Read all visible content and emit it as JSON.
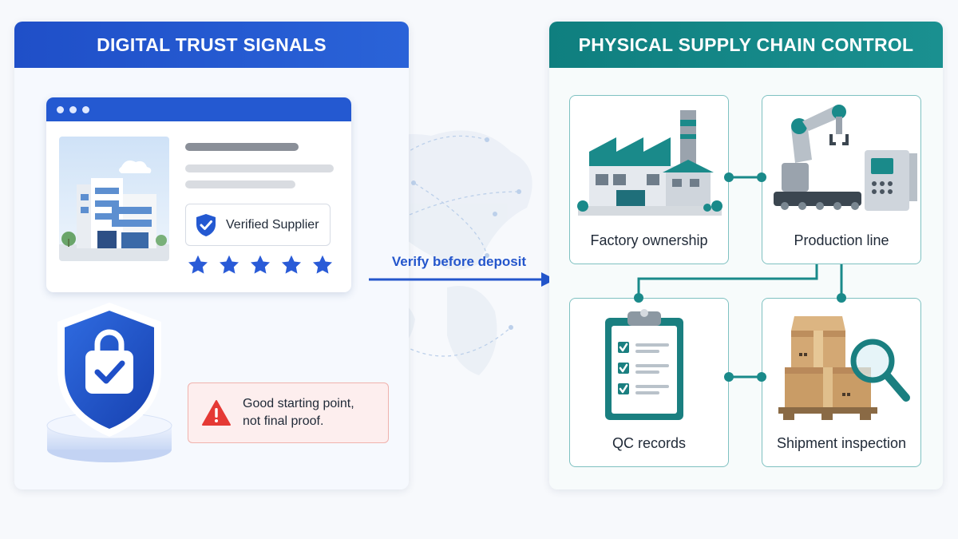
{
  "left_panel": {
    "title": "DIGITAL TRUST SIGNALS",
    "verified_label": "Verified Supplier",
    "star_count": 5,
    "warning_text_line1": "Good starting point,",
    "warning_text_line2": "not final proof."
  },
  "middle": {
    "arrow_label": "Verify before deposit"
  },
  "right_panel": {
    "title": "PHYSICAL SUPPLY CHAIN CONTROL",
    "cards": [
      {
        "label": "Factory ownership",
        "icon": "factory-icon"
      },
      {
        "label": "Production line",
        "icon": "robot-arm-icon"
      },
      {
        "label": "QC records",
        "icon": "clipboard-checklist-icon"
      },
      {
        "label": "Shipment inspection",
        "icon": "boxes-magnifier-icon"
      }
    ]
  },
  "colors": {
    "blue_accent": "#2459d1",
    "teal_accent": "#0f7f7f",
    "warning_red": "#e53935",
    "star_blue": "#2a5bd7"
  }
}
